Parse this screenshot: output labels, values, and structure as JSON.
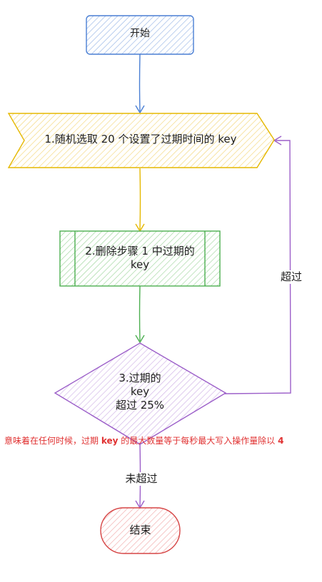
{
  "nodes": {
    "start": {
      "label": "开始"
    },
    "step1": {
      "label": "1.随机选取 20 个设置了过期时间的 key"
    },
    "step2": {
      "label_line1": "2.删除步骤 1 中过期的",
      "label_line2": "key"
    },
    "step3": {
      "label_line1": "3.过期的",
      "label_line2": "key",
      "label_line3": "超过 25%"
    },
    "end": {
      "label": "结束"
    }
  },
  "edges": {
    "exceed": {
      "label": "超过"
    },
    "not_exceed": {
      "label": "未超过"
    }
  },
  "note": {
    "prefix": "意味着在任何时候，过期 ",
    "keyword": "key",
    "suffix": " 的最大数量等于每秒最大写入操作量除以 ",
    "number": "4"
  },
  "colors": {
    "start": "#4a7fd4",
    "step1": "#e5b800",
    "step2": "#4caf50",
    "step3": "#9c5fc9",
    "end": "#d64545",
    "note": "#e03131"
  }
}
